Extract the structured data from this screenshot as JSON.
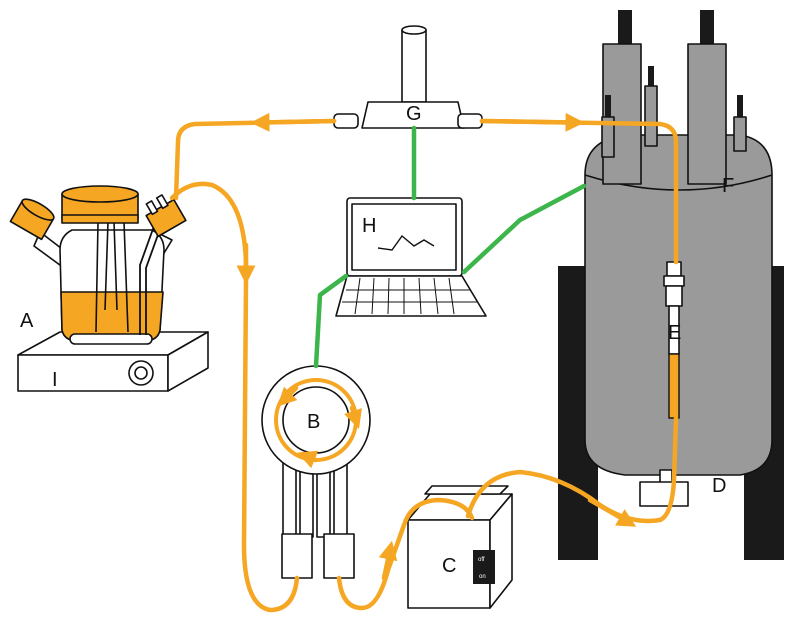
{
  "labels": {
    "A": "A",
    "B": "B",
    "C": "C",
    "D": "D",
    "E": "E",
    "F": "F",
    "G": "G",
    "H": "H",
    "I": "I"
  },
  "switch": {
    "off": "off",
    "on": "on"
  },
  "colors": {
    "tubing": "#f5a623",
    "cable": "#3cb54a",
    "magnet": "#9a9a9a",
    "magnet_legs": "#1a1a1a",
    "fluid": "#f5a623",
    "outline": "#111111"
  },
  "icons": [
    "arrow-icon",
    "graph-icon"
  ]
}
